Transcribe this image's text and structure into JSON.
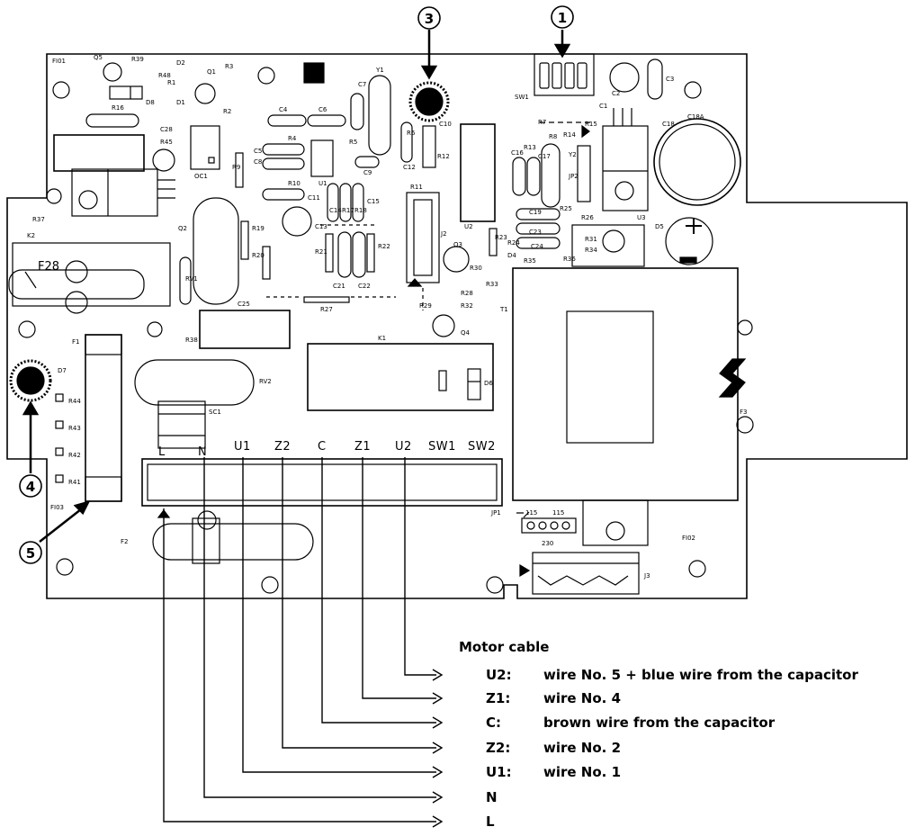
{
  "callouts": [
    "1",
    "3",
    "4",
    "5"
  ],
  "terminals": [
    "L",
    "N",
    "U1",
    "Z2",
    "C",
    "Z1",
    "U2",
    "SW1",
    "SW2"
  ],
  "components": {
    "fi01": "FI01",
    "q5": "Q5",
    "r39": "R39",
    "r48": "R48",
    "d2": "D2",
    "r1": "R1",
    "d1": "D1",
    "q1": "Q1",
    "r3": "R3",
    "r2": "R2",
    "d8": "D8",
    "r16": "R16",
    "c28": "C28",
    "r45": "R45",
    "oc1": "OC1",
    "r37": "R37",
    "k2": "K2",
    "f28": "F28",
    "q2": "Q2",
    "rv1": "RV1",
    "c4": "C4",
    "c6": "C6",
    "c7": "C7",
    "y1": "Y1",
    "r4": "R4",
    "r9": "R9",
    "c8": "C8",
    "c5": "C5",
    "r5": "R5",
    "c9": "C9",
    "r10": "R10",
    "c11": "C11",
    "u1": "U1",
    "c14": "C14",
    "r17": "R17",
    "r18": "R18",
    "c15": "C15",
    "c13": "C13",
    "r19": "R19",
    "r20": "R20",
    "r21": "R21",
    "r22": "R22",
    "c21": "C21",
    "c22": "C22",
    "c25": "C25",
    "r27": "R27",
    "r38": "R38",
    "r6": "R6",
    "c10": "C10",
    "c12": "C12",
    "r12": "R12",
    "r11": "R11",
    "j2": "J2",
    "u2": "U2",
    "q3": "Q3",
    "r30": "R30",
    "r28": "R28",
    "r29": "R29",
    "r32": "R32",
    "r33": "R33",
    "q4": "Q4",
    "r23": "R23",
    "r24": "R24",
    "d4": "D4",
    "c19": "C19",
    "c23": "C23",
    "c24": "C24",
    "r35": "R35",
    "r36": "R36",
    "r25": "R25",
    "c16": "C16",
    "r13": "R13",
    "c17": "C17",
    "r7": "R7",
    "r8": "R8",
    "r14": "R14",
    "r15": "R15",
    "y2": "Y2",
    "jp2": "JP2",
    "u3": "U3",
    "r26": "R26",
    "r31": "R31",
    "r34": "R34",
    "sw1": "SW1",
    "c1": "C1",
    "c2": "C2",
    "c3": "C3",
    "c18": "C18",
    "c18a": "C18A",
    "d5": "D5",
    "t1": "T1",
    "k1": "K1",
    "d6": "D6",
    "f1": "F1",
    "d7": "D7",
    "r44": "R44",
    "r43": "R43",
    "r42": "R42",
    "r41": "R41",
    "fi03": "FI03",
    "rv2": "RV2",
    "sc1": "SC1",
    "f2": "F2",
    "jp1": "JP1",
    "f3": "F3",
    "fi02": "FI02",
    "j3": "J3",
    "v115a": "115",
    "v115b": "115",
    "v230": "230"
  },
  "motor_cable": {
    "heading": "Motor cable",
    "rows": [
      {
        "code": "U2:",
        "desc": "wire No. 5 + blue wire from the capacitor"
      },
      {
        "code": "Z1:",
        "desc": "wire No. 4"
      },
      {
        "code": "C:",
        "desc": "brown wire from the capacitor"
      },
      {
        "code": "Z2:",
        "desc": "wire No. 2"
      },
      {
        "code": "U1:",
        "desc": "wire No. 1"
      },
      {
        "code": "N",
        "desc": ""
      },
      {
        "code": "L",
        "desc": ""
      }
    ]
  }
}
